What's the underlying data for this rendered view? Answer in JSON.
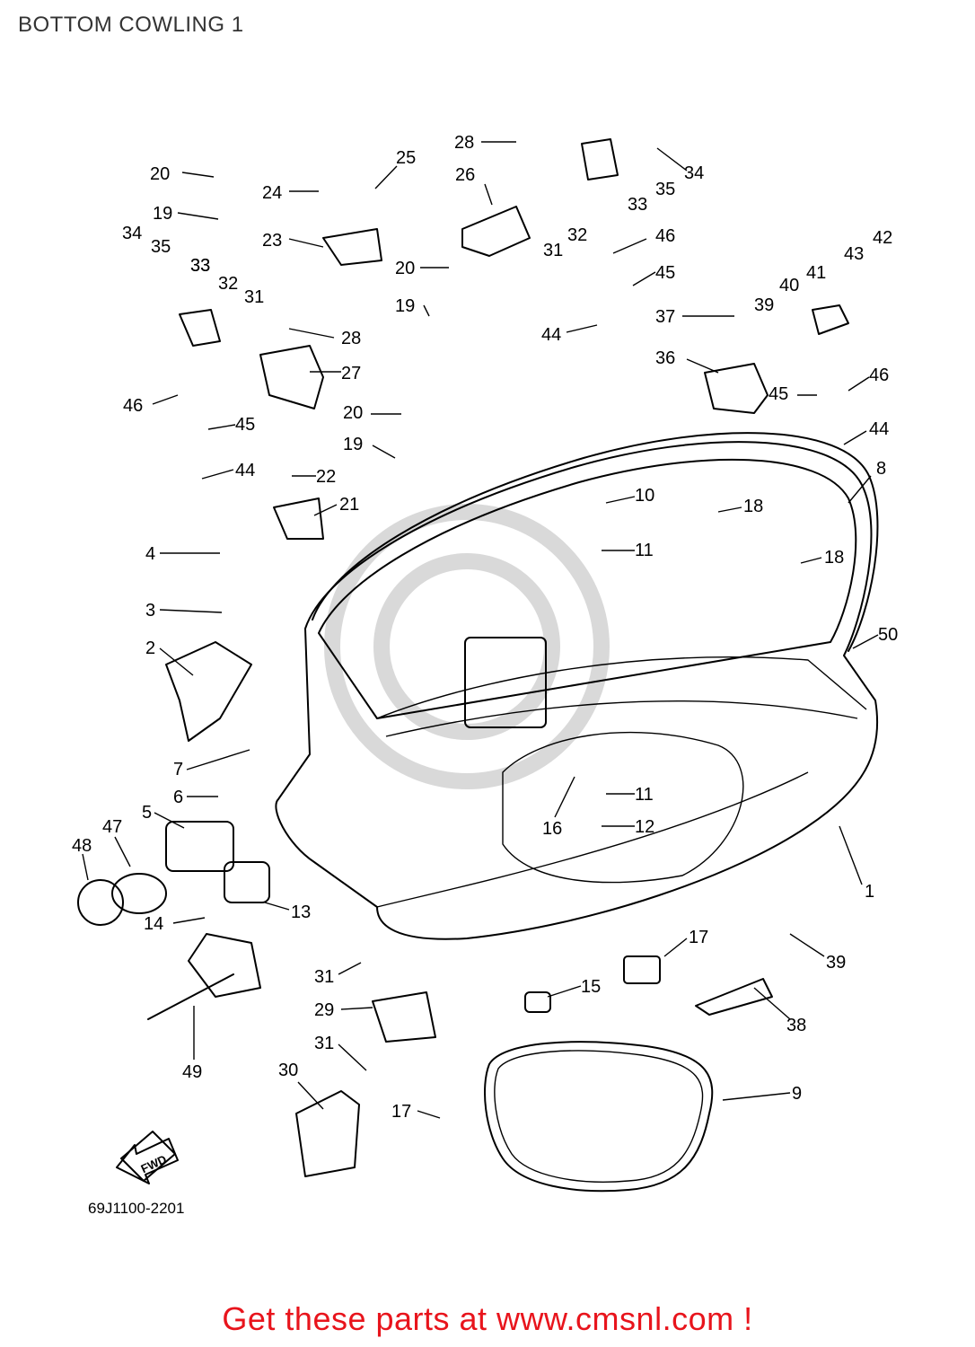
{
  "title": "BOTTOM COWLING 1",
  "diagram_code": "69J1100-2201",
  "fwd_label": "FWD",
  "promo_text": "Get these parts at www.cmsnl.com !",
  "colors": {
    "promo": "#e8141c",
    "title": "#333333",
    "lines": "#000000"
  },
  "callouts": [
    {
      "n": "28"
    },
    {
      "n": "34"
    },
    {
      "n": "25"
    },
    {
      "n": "26"
    },
    {
      "n": "33"
    },
    {
      "n": "35"
    },
    {
      "n": "20"
    },
    {
      "n": "24"
    },
    {
      "n": "33"
    },
    {
      "n": "32"
    },
    {
      "n": "31"
    },
    {
      "n": "46"
    },
    {
      "n": "19"
    },
    {
      "n": "23"
    },
    {
      "n": "20"
    },
    {
      "n": "45"
    },
    {
      "n": "42"
    },
    {
      "n": "43"
    },
    {
      "n": "34"
    },
    {
      "n": "35"
    },
    {
      "n": "33"
    },
    {
      "n": "41"
    },
    {
      "n": "40"
    },
    {
      "n": "32"
    },
    {
      "n": "31"
    },
    {
      "n": "19"
    },
    {
      "n": "37"
    },
    {
      "n": "39"
    },
    {
      "n": "44"
    },
    {
      "n": "28"
    },
    {
      "n": "36"
    },
    {
      "n": "27"
    },
    {
      "n": "46"
    },
    {
      "n": "45"
    },
    {
      "n": "46"
    },
    {
      "n": "20"
    },
    {
      "n": "45"
    },
    {
      "n": "44"
    },
    {
      "n": "19"
    },
    {
      "n": "44"
    },
    {
      "n": "22"
    },
    {
      "n": "8"
    },
    {
      "n": "10"
    },
    {
      "n": "21"
    },
    {
      "n": "18"
    },
    {
      "n": "4"
    },
    {
      "n": "11"
    },
    {
      "n": "18"
    },
    {
      "n": "3"
    },
    {
      "n": "50"
    },
    {
      "n": "2"
    },
    {
      "n": "7"
    },
    {
      "n": "6"
    },
    {
      "n": "11"
    },
    {
      "n": "5"
    },
    {
      "n": "16"
    },
    {
      "n": "12"
    },
    {
      "n": "47"
    },
    {
      "n": "48"
    },
    {
      "n": "1"
    },
    {
      "n": "13"
    },
    {
      "n": "14"
    },
    {
      "n": "17"
    },
    {
      "n": "39"
    },
    {
      "n": "31"
    },
    {
      "n": "15"
    },
    {
      "n": "29"
    },
    {
      "n": "38"
    },
    {
      "n": "31"
    },
    {
      "n": "49"
    },
    {
      "n": "30"
    },
    {
      "n": "9"
    },
    {
      "n": "17"
    }
  ]
}
